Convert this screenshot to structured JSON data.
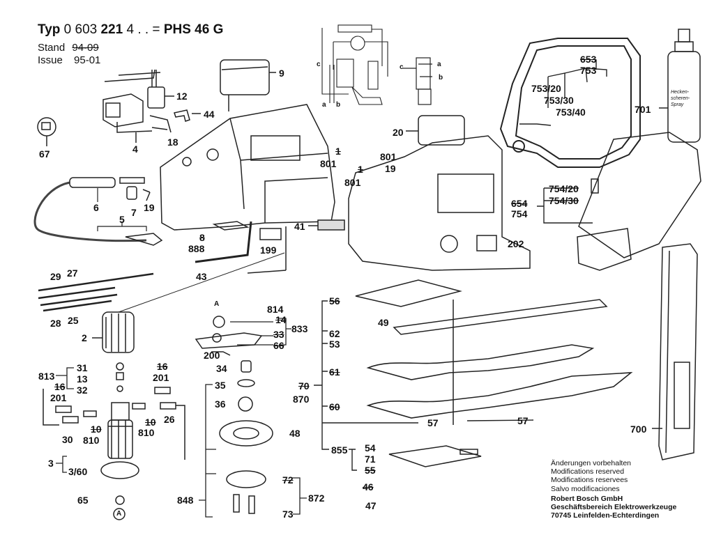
{
  "header": {
    "typ_label": "Typ",
    "typ_number_a": "0 603",
    "typ_number_b": "221",
    "typ_number_c": "4 . . =",
    "model": "PHS  46 G",
    "stand_label": "Stand",
    "stand_value": "94-09",
    "issue_label": "Issue",
    "issue_value": "95-01"
  },
  "parts": {
    "p9": "9",
    "p12": "12",
    "p44": "44",
    "p4": "4",
    "p18": "18",
    "p67": "67",
    "p6": "6",
    "p7": "7",
    "p19a": "19",
    "p5": "5",
    "p8": "8",
    "p888": "888",
    "p199": "199",
    "p43": "43",
    "p41": "41",
    "p801a": "801",
    "p801a_x": "1",
    "p801b": "801",
    "p801b_x": "1",
    "p801c": "801",
    "p19b": "19",
    "p20": "20",
    "p202": "202",
    "p653": "653",
    "p753": "753",
    "p753_20": "753/20",
    "p753_30": "753/30",
    "p753_40": "753/40",
    "p701": "701",
    "p754_20": "754/20",
    "p754_30": "754/30",
    "p654": "654",
    "p754": "754",
    "p700": "700",
    "p27": "27",
    "p29": "29",
    "p28": "28",
    "p25": "25",
    "p2": "2",
    "p813": "813",
    "p31": "31",
    "p13": "13",
    "p32": "32",
    "p16a": "16",
    "p201a": "201",
    "p16b": "16",
    "p201b": "201",
    "p30": "30",
    "p10a": "10",
    "p810a": "810",
    "p10b": "10",
    "p810b": "810",
    "p26": "26",
    "p3": "3",
    "p3_60": "3/60",
    "p65": "65",
    "pA1": "A",
    "pA2": "A",
    "p814": "814",
    "p14": "14",
    "p33": "33",
    "p66": "66",
    "p833": "833",
    "p200": "200",
    "p34": "34",
    "p35": "35",
    "p36": "36",
    "p48": "48",
    "p72": "72",
    "p872": "872",
    "p73": "73",
    "p848": "848",
    "p56": "56",
    "p49": "49",
    "p62": "62",
    "p53": "53",
    "p61": "61",
    "p70": "70",
    "p870": "870",
    "p60": "60",
    "p57a": "57",
    "p57b": "57",
    "p855": "855",
    "p54": "54",
    "p71": "71",
    "p55": "55",
    "p46": "46",
    "p47": "47",
    "wire_a": "a",
    "wire_b": "b",
    "wire_c": "c",
    "sw_a": "a",
    "sw_b": "b",
    "sw_c": "c",
    "spray_text": "Hecken-\nscheren-\nSpray"
  },
  "footer": {
    "line1": "Änderungen vorbehalten",
    "line2": "Modifications reserved",
    "line3": "Modifications reservees",
    "line4": "Salvo modificaciones",
    "company": "Robert Bosch GmbH",
    "division": "Geschäftsbereich Elektrowerkzeuge",
    "address": "70745 Leinfelden-Echterdingen"
  }
}
